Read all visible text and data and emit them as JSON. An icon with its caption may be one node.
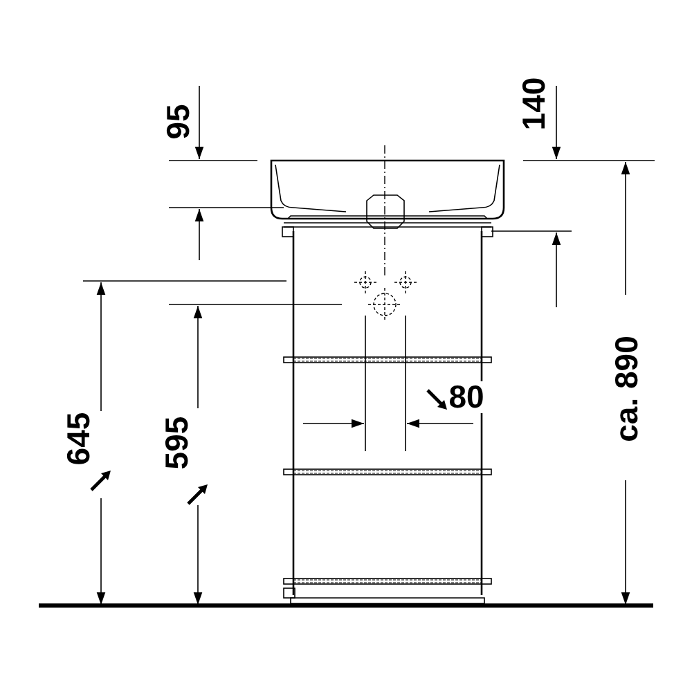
{
  "diagram": {
    "labels": [
      "95",
      "140",
      "ca. 890",
      "80",
      "645",
      "595"
    ]
  }
}
